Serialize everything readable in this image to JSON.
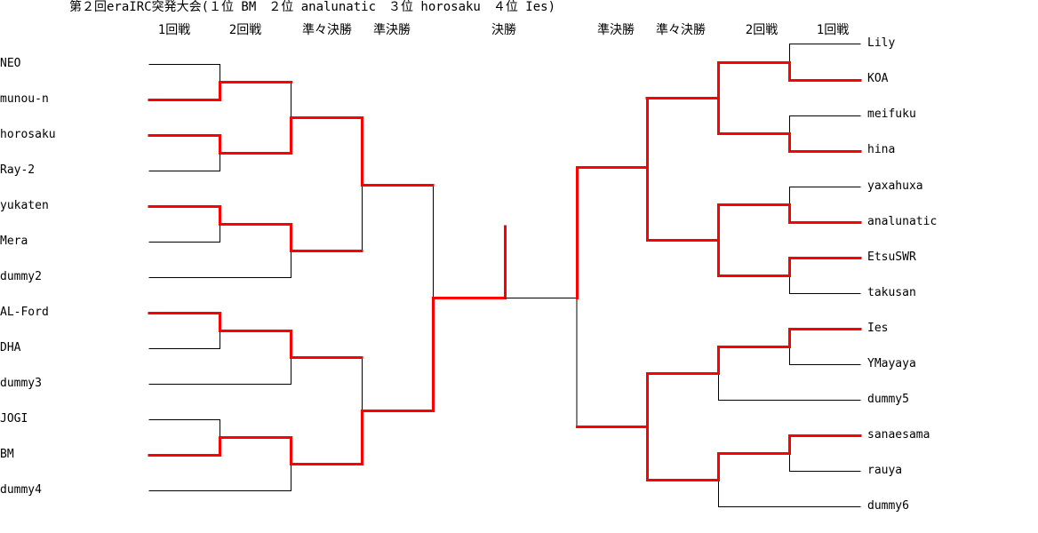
{
  "title": "第２回eraIRC突発大会(１位 BM　２位 analunatic　３位 horosaku　４位 Ies)",
  "rounds_left": [
    "1回戦",
    "2回戦",
    "準々決勝",
    "準決勝"
  ],
  "round_final": "決勝",
  "rounds_right": [
    "準決勝",
    "準々決勝",
    "2回戦",
    "1回戦"
  ],
  "left_players": [
    "NEO",
    "munou-n",
    "horosaku",
    "Ray-2",
    "yukaten",
    "Mera",
    "dummy2",
    "AL-Ford",
    "DHA",
    "dummy3",
    "JOGI",
    "BM",
    "dummy4"
  ],
  "right_players": [
    "Lily",
    "KOA",
    "meifuku",
    "hina",
    "yaxahuxa",
    "analunatic",
    "EtsuSWR",
    "takusan",
    "Ies",
    "YMayaya",
    "dummy5",
    "sanaesama",
    "rauya",
    "dummy6"
  ],
  "colors": {
    "winner_line": "#ff0000",
    "plain_line": "#000000"
  }
}
